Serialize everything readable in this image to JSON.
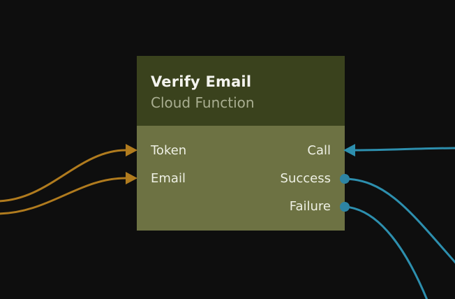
{
  "node": {
    "title": "Verify Email",
    "subtitle": "Cloud Function",
    "inputs": [
      {
        "label": "Token"
      },
      {
        "label": "Email"
      }
    ],
    "outputs": [
      {
        "label": "Call"
      },
      {
        "label": "Success"
      },
      {
        "label": "Failure"
      }
    ]
  },
  "colors": {
    "canvas_bg": "#0e0e0e",
    "header_bg": "#3a421d",
    "body_bg": "#6d7243",
    "wire_input": "#b07b1e",
    "wire_output": "#2d8fae",
    "port_circle": "#2d84a4"
  }
}
